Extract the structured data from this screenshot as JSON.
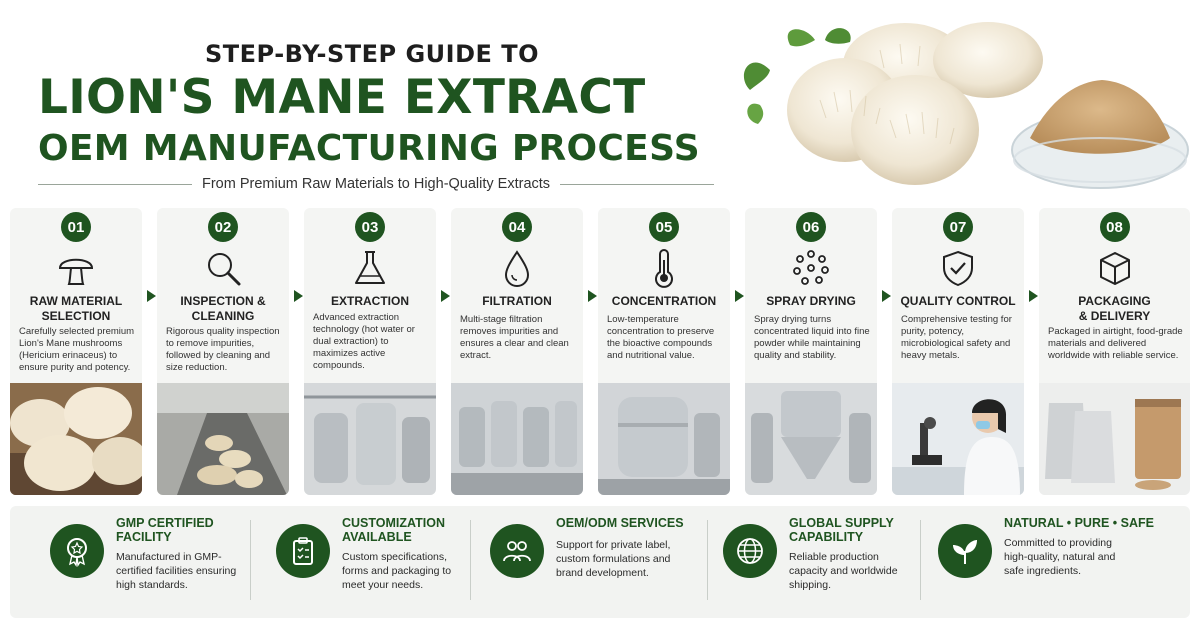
{
  "header": {
    "kicker": "STEP-BY-STEP GUIDE TO",
    "title_line1": "LION'S MANE EXTRACT",
    "title_line2": "OEM MANUFACTURING PROCESS",
    "tagline": "From Premium Raw Materials to High-Quality Extracts"
  },
  "hero": {
    "icon": "mushroom-and-powder-illustration"
  },
  "steps": [
    {
      "num": "01",
      "title": "RAW MATERIAL SELECTION",
      "title_l1": "RAW MATERIAL",
      "title_l2": "SELECTION",
      "desc": "Carefully selected premium Lion's Mane mushrooms (Hericium erinaceus) to ensure purity and potency.",
      "icon": "mushroom-icon",
      "photo": "mushroom-photo"
    },
    {
      "num": "02",
      "title": "INSPECTION & CLEANING",
      "title_l1": "INSPECTION &",
      "title_l2": "CLEANING",
      "desc": "Rigorous quality inspection to remove impurities, followed by cleaning and size reduction.",
      "icon": "magnifier-icon",
      "photo": "conveyor-photo"
    },
    {
      "num": "03",
      "title": "EXTRACTION",
      "title_l1": "EXTRACTION",
      "title_l2": "",
      "desc": "Advanced extraction technology (hot water or dual extraction) to maximizes active compounds.",
      "icon": "flask-icon",
      "photo": "extraction-tanks-photo"
    },
    {
      "num": "04",
      "title": "FILTRATION",
      "title_l1": "FILTRATION",
      "title_l2": "",
      "desc": "Multi-stage filtration removes impurities and ensures a clear and clean extract.",
      "icon": "droplet-icon",
      "photo": "filtration-photo"
    },
    {
      "num": "05",
      "title": "CONCENTRATION",
      "title_l1": "CONCENTRATION",
      "title_l2": "",
      "desc": "Low-temperature concentration to preserve the bioactive compounds and nutritional value.",
      "icon": "thermometer-icon",
      "photo": "concentration-tank-photo"
    },
    {
      "num": "06",
      "title": "SPRAY DRYING",
      "title_l1": "SPRAY DRYING",
      "title_l2": "",
      "desc": "Spray drying turns concentrated liquid into fine powder while maintaining quality and stability.",
      "icon": "spray-dots-icon",
      "photo": "spray-dryer-photo"
    },
    {
      "num": "07",
      "title": "QUALITY CONTROL",
      "title_l1": "QUALITY CONTROL",
      "title_l2": "",
      "desc": "Comprehensive testing for purity, potency, microbiological safety and heavy metals.",
      "icon": "shield-check-icon",
      "photo": "lab-scientist-photo"
    },
    {
      "num": "08",
      "title": "PACKAGING & DELIVERY",
      "title_l1": "PACKAGING",
      "title_l2": "& DELIVERY",
      "desc": "Packaged in airtight, food-grade materials and delivered worldwide with reliable service.",
      "icon": "box-icon",
      "photo": "packaging-photo"
    }
  ],
  "features": [
    {
      "title_l1": "GMP CERTIFIED",
      "title_l2": "FACILITY",
      "desc": "Manufactured in GMP-certified facilities ensuring high standards.",
      "icon": "award-badge-icon"
    },
    {
      "title_l1": "CUSTOMIZATION",
      "title_l2": "AVAILABLE",
      "desc": "Custom specifications, forms and packaging to meet your needs.",
      "icon": "clipboard-check-icon"
    },
    {
      "title_l1": "OEM/ODM SERVICES",
      "title_l2": "",
      "desc": "Support for private label, custom formulations and brand development.",
      "icon": "people-icon"
    },
    {
      "title_l1": "GLOBAL SUPPLY",
      "title_l2": "CAPABILITY",
      "desc": "Reliable production capacity and worldwide shipping.",
      "icon": "globe-icon"
    },
    {
      "title_l1": "NATURAL • PURE • SAFE",
      "title_l2": "",
      "desc": "Committed to providing high-quality, natural and safe ingredients.",
      "icon": "leaf-sprout-icon"
    }
  ],
  "colors": {
    "brand_green": "#1f5420",
    "card_bg": "#f4f5f3",
    "footer_bg": "#f2f3f1"
  }
}
